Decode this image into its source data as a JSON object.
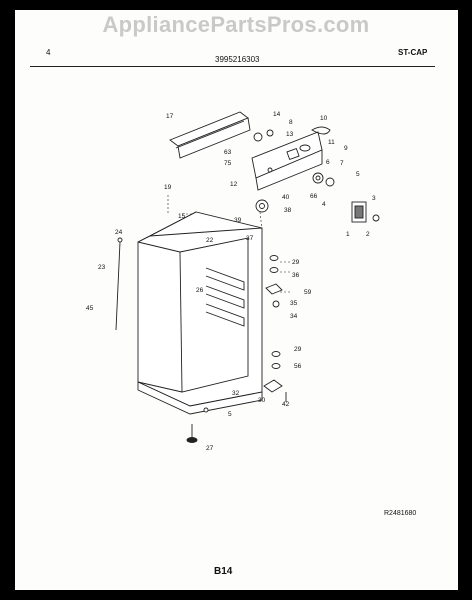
{
  "watermark": "AppliancePartsPros.com",
  "header": {
    "page_num": "4",
    "part_number": "3995216303",
    "model_code": "ST-CAP"
  },
  "footer": {
    "diagram_ref": "R2481680",
    "page_label": "B14"
  },
  "callouts": [
    "17",
    "14",
    "8",
    "13",
    "63",
    "75",
    "10",
    "11",
    "9",
    "6",
    "7",
    "5",
    "12",
    "66",
    "4",
    "3",
    "1",
    "2",
    "19",
    "15",
    "40",
    "39",
    "38",
    "24",
    "22",
    "37",
    "23",
    "29",
    "36",
    "59",
    "35",
    "34",
    "45",
    "26",
    "32",
    "56",
    "30",
    "42",
    "5",
    "27",
    "29"
  ]
}
